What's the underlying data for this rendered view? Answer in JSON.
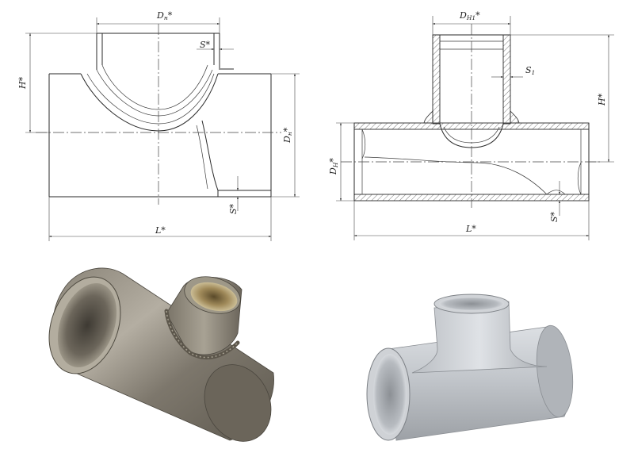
{
  "drawing_left": {
    "dn_label": "D",
    "dn_sub": "н",
    "s_label": "S*",
    "h_label": "H*",
    "dr_label": "D",
    "dr_sub": "н",
    "s_bottom_label": "S*",
    "l_label": "L*"
  },
  "drawing_right": {
    "dn1_label": "D",
    "dn1_sub": "Н1",
    "s1_label": "S",
    "s1_sub": "1",
    "h_label": "H*",
    "dn_label": "D",
    "dn_sub": "Н",
    "s_label": "S*",
    "l_label": "L*"
  },
  "colors": {
    "line": "#2a2a2a",
    "steel_dark": "#6e6a62",
    "steel_light": "#c9ccd0"
  }
}
